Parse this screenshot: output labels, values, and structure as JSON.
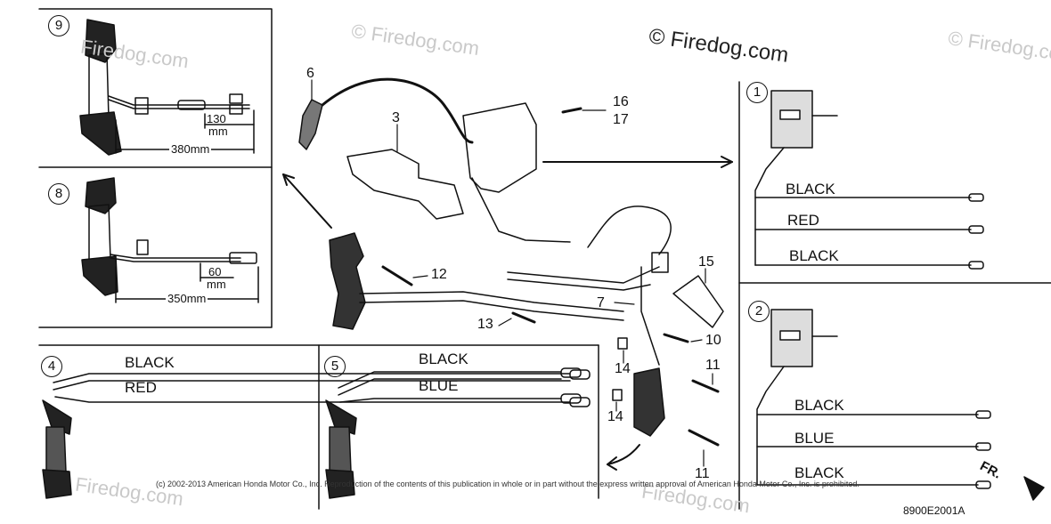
{
  "watermark": {
    "main": "© Firedog.com",
    "faint": "© Firedog.com",
    "faint_short": "Firedog.com"
  },
  "panels": {
    "p9": {
      "number": "9",
      "dim_small": "130",
      "dim_small_unit": "mm",
      "dim_large": "380mm"
    },
    "p8": {
      "number": "8",
      "dim_small": "60",
      "dim_small_unit": "mm",
      "dim_large": "350mm"
    },
    "p4": {
      "number": "4",
      "wire1": "BLACK",
      "wire2": "RED"
    },
    "p5": {
      "number": "5",
      "wire1": "BLACK",
      "wire2": "BLUE"
    },
    "p1": {
      "number": "1",
      "wire1": "BLACK",
      "wire2": "RED",
      "wire3": "BLACK"
    },
    "p2": {
      "number": "2",
      "wire1": "BLACK",
      "wire2": "BLUE",
      "wire3": "BLACK"
    }
  },
  "callouts": {
    "c6": "6",
    "c3": "3",
    "c16": "16",
    "c17": "17",
    "c12": "12",
    "c15": "15",
    "c7": "7",
    "c13": "13",
    "c10": "10",
    "c14a": "14",
    "c11a": "11",
    "c14b": "14",
    "c11b": "11"
  },
  "footer": {
    "copyright": "(c) 2002-2013 American Honda Motor Co., Inc. Reproduction of the contents of this publication in whole or in part without the express written approval of American Honda Motor Co., Inc. is prohibited.",
    "diagram_code": "8900E2001A",
    "direction": "FR."
  }
}
